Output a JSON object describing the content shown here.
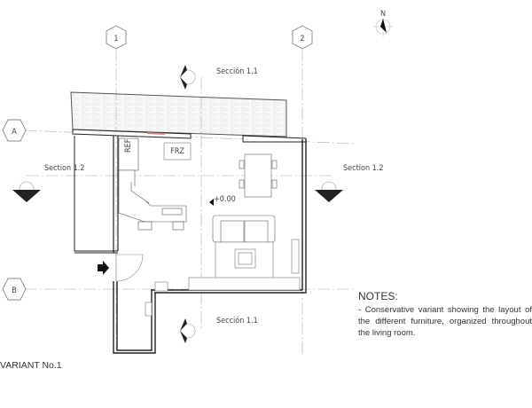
{
  "grid": {
    "col1": "1",
    "col2": "2",
    "rowA": "A",
    "rowB": "B"
  },
  "north": {
    "label": "N"
  },
  "sections": {
    "top": "Sección 1.1",
    "bottom": "Sección 1.1",
    "left": "Section 1.2",
    "right": "Section 1.2"
  },
  "rooms": {
    "refrigerator": "REF",
    "freezer": "FRZ",
    "level": "+0.00"
  },
  "notes": {
    "title": "NOTES:",
    "body": "- Conservative variant showing the layout of the different furniture, organized throughout the living room."
  },
  "variant_label": "VARIANT No.1",
  "colors": {
    "line": "#222222",
    "grid": "#aaaaaa",
    "text": "#444444"
  }
}
